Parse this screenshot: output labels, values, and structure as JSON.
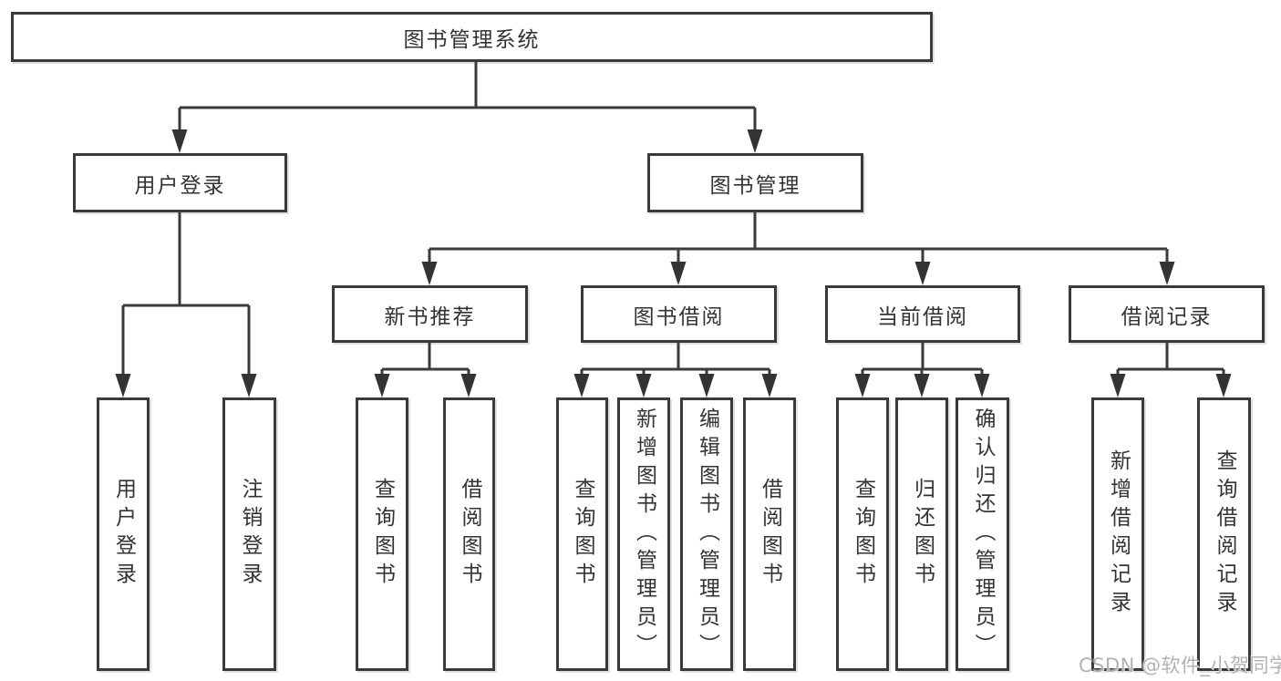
{
  "diagram_title": "图书管理系统",
  "tree": {
    "root": {
      "label": "图书管理系统",
      "children": [
        {
          "label": "用户登录",
          "children": [
            {
              "label": "用户登录"
            },
            {
              "label": "注销登录"
            }
          ]
        },
        {
          "label": "图书管理",
          "children": [
            {
              "label": "新书推荐",
              "children": [
                {
                  "label": "查询图书"
                },
                {
                  "label": "借阅图书"
                }
              ]
            },
            {
              "label": "图书借阅",
              "children": [
                {
                  "label": "查询图书"
                },
                {
                  "label": "新增图书（管理员）"
                },
                {
                  "label": "编辑图书（管理员）"
                },
                {
                  "label": "借阅图书"
                }
              ]
            },
            {
              "label": "当前借阅",
              "children": [
                {
                  "label": "查询图书"
                },
                {
                  "label": "归还图书"
                },
                {
                  "label": "确认归还（管理员）"
                }
              ]
            },
            {
              "label": "借阅记录",
              "children": [
                {
                  "label": "新增借阅记录"
                },
                {
                  "label": "查询借阅记录"
                }
              ]
            }
          ]
        }
      ]
    }
  },
  "watermark": {
    "text": "CSDN @软件_小贺同学"
  },
  "colors": {
    "line": "#3a3a3a",
    "box_border": "#3a3a3a",
    "text": "#333333",
    "watermark": "#b2b2b2",
    "background": "#ffffff"
  }
}
